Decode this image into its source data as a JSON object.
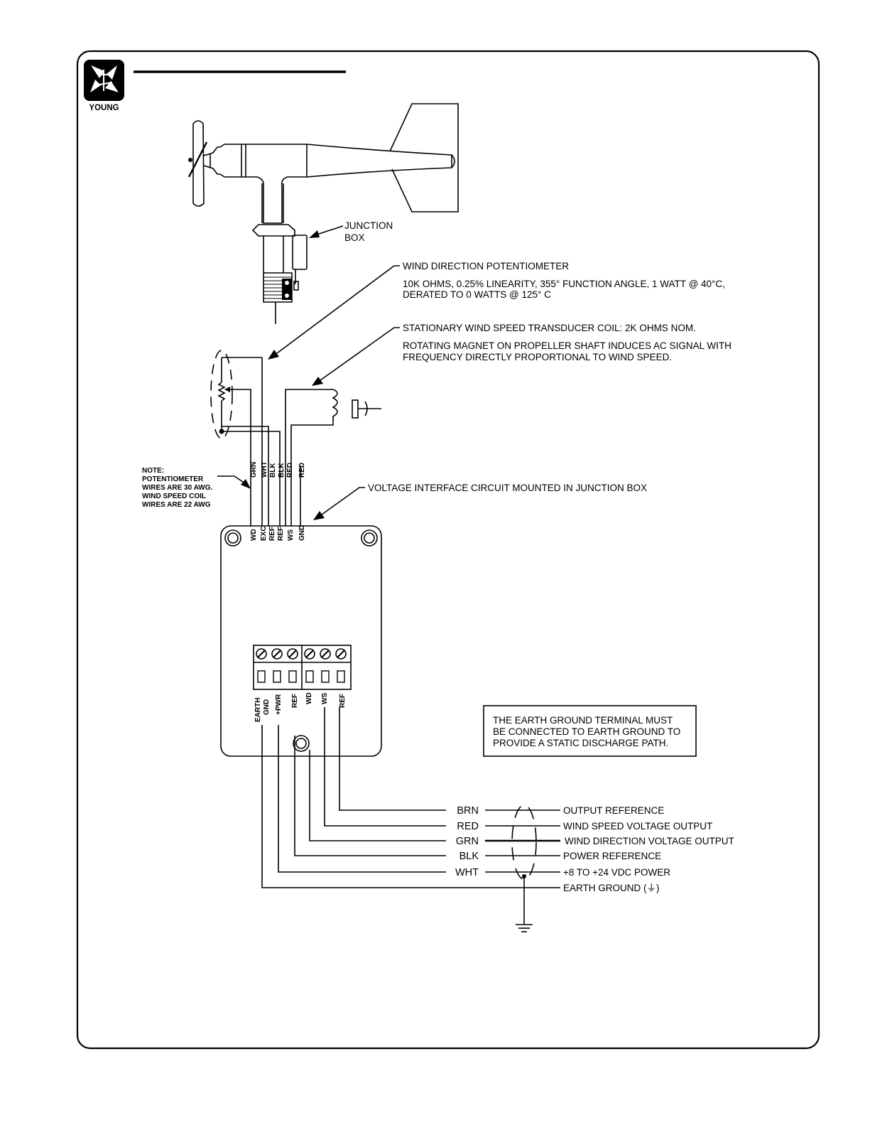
{
  "logo": {
    "text": "YOUNG"
  },
  "sensor": {
    "junction_label_1": "JUNCTION",
    "junction_label_2": "BOX"
  },
  "notes": {
    "pot_title": "WIND DIRECTION POTENTIOMETER",
    "pot_line1": "10K OHMS, 0.25% LINEARITY, 355° FUNCTION ANGLE, 1 WATT @ 40°C,",
    "pot_line2": "DERATED TO 0 WATTS @ 125° C",
    "coil_title": "STATIONARY WIND SPEED TRANSDUCER COIL: 2K OHMS NOM.",
    "coil_line1": "ROTATING MAGNET ON PROPELLER SHAFT INDUCES AC SIGNAL WITH",
    "coil_line2": "FREQUENCY DIRECTLY PROPORTIONAL TO WIND SPEED.",
    "circuit": "VOLTAGE INTERFACE CIRCUIT MOUNTED IN JUNCTION BOX",
    "awg_lines": [
      "NOTE:",
      "POTENTIOMETER",
      "WIRES ARE 30 AWG.",
      "WIND SPEED COIL",
      "WIRES ARE 22 AWG"
    ]
  },
  "top_wires": [
    "GRN",
    "WHT",
    "BLK",
    "BLK",
    "RED",
    "RED"
  ],
  "board_labels": [
    "WD",
    "EXC",
    "REF",
    "REF",
    "WS",
    "GND"
  ],
  "terminals": [
    "EARTH GND",
    "+PWR",
    "REF",
    "WD",
    "WS",
    "REF"
  ],
  "ground_notice": [
    "THE EARTH GROUND TERMINAL MUST",
    "BE CONNECTED TO EARTH GROUND TO",
    "PROVIDE A STATIC DISCHARGE PATH."
  ],
  "cable": {
    "colors": [
      "BRN",
      "RED",
      "GRN",
      "BLK",
      "WHT"
    ],
    "outputs": [
      "OUTPUT REFERENCE",
      "WIND SPEED VOLTAGE OUTPUT",
      "WIND DIRECTION VOLTAGE OUTPUT",
      "POWER REFERENCE",
      "+8 TO +24 VDC POWER",
      "EARTH GROUND (⏚)"
    ]
  }
}
